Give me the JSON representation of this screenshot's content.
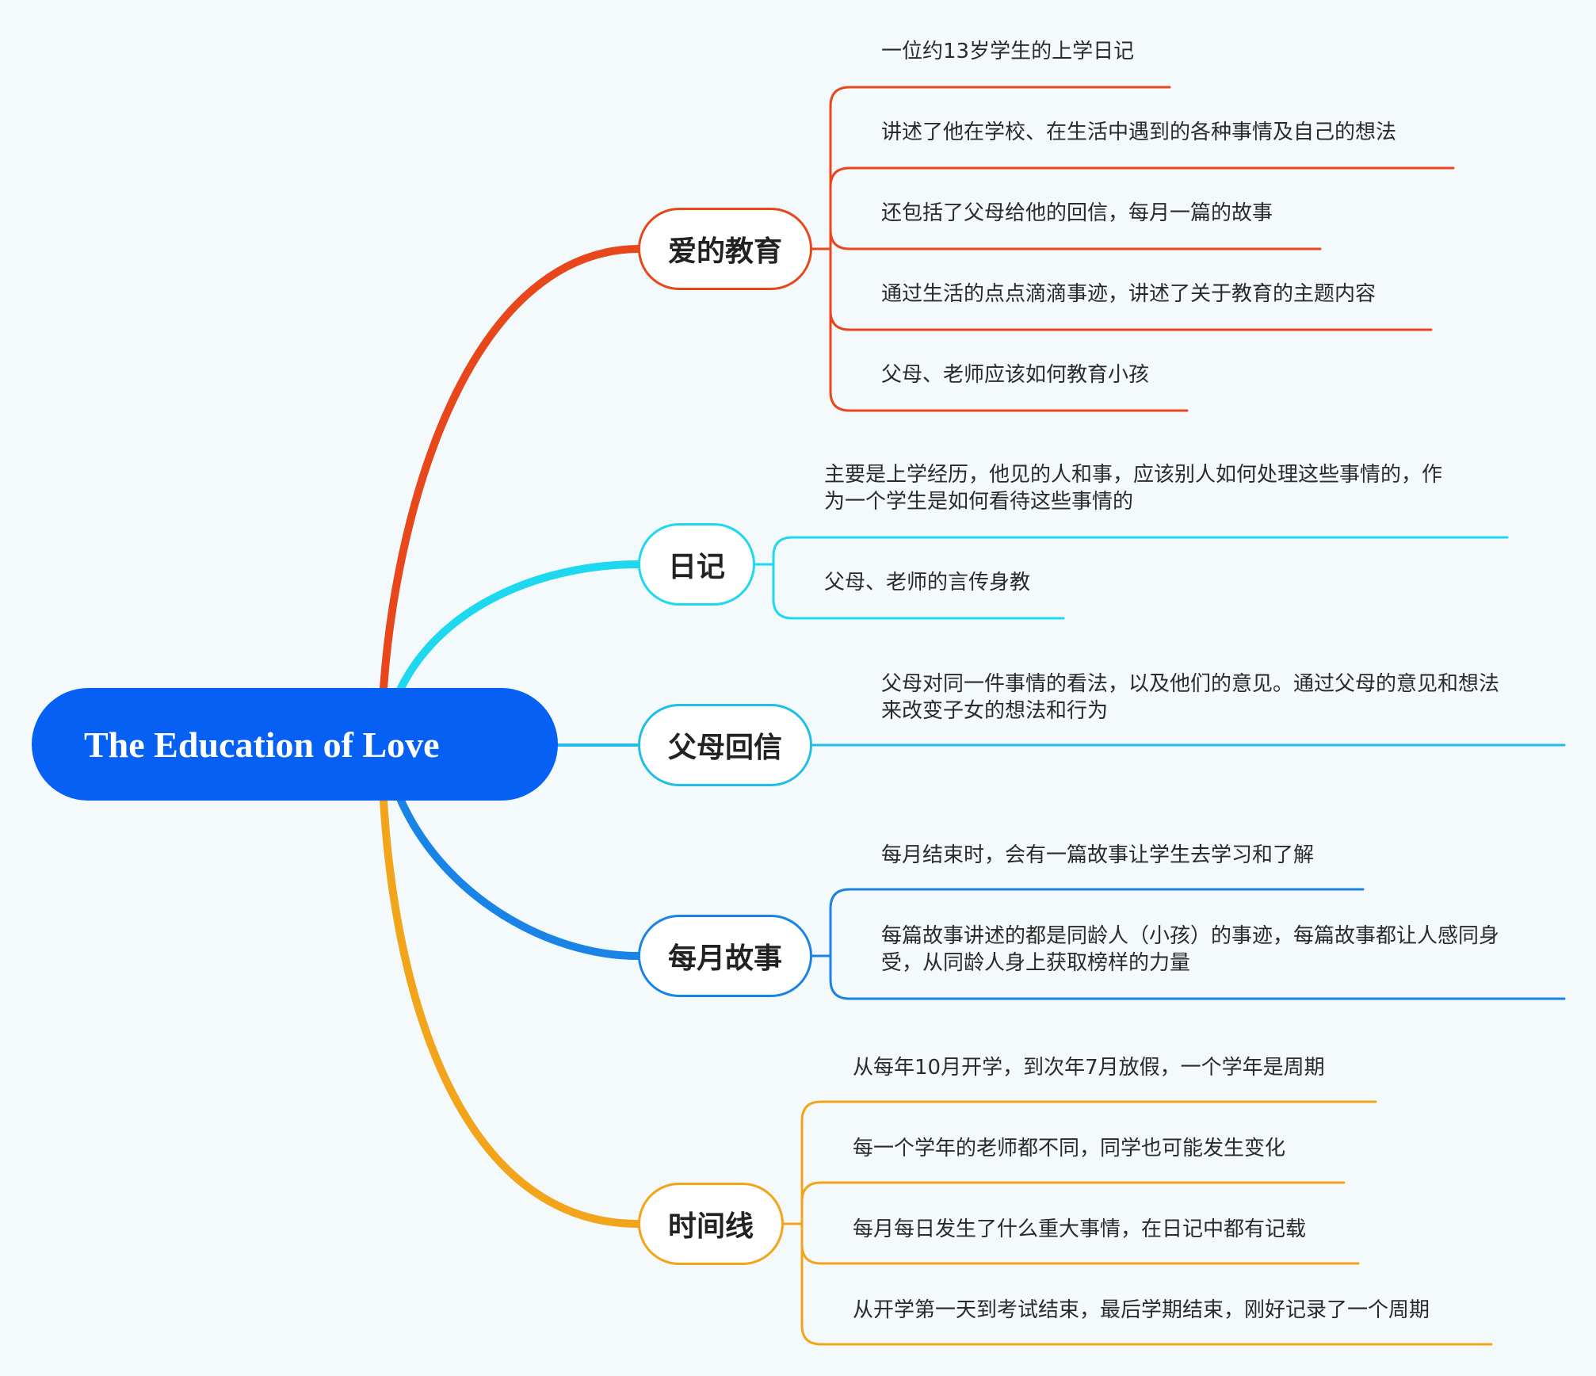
{
  "root": {
    "label": "The Education of Love",
    "color": "#0660f4"
  },
  "branches": [
    {
      "label": "爱的教育",
      "color": "#e8471b",
      "items": [
        "一位约13岁学生的上学日记",
        "讲述了他在学校、在生活中遇到的各种事情及自己的想法",
        "还包括了父母给他的回信，每月一篇的故事",
        "通过生活的点点滴滴事迹，讲述了关于教育的主题内容",
        "父母、老师应该如何教育小孩"
      ]
    },
    {
      "label": "日记",
      "color": "#1ed8ef",
      "items": [
        "主要是上学经历，他见的人和事，应该别人如何处理这些事情的，作\n为一个学生是如何看待这些事情的",
        "父母、老师的言传身教"
      ]
    },
    {
      "label": "父母回信",
      "color": "#22bde8",
      "items": [
        "父母对同一件事情的看法，以及他们的意见。通过父母的意见和想法\n来改变子女的想法和行为"
      ]
    },
    {
      "label": "每月故事",
      "color": "#1a84e6",
      "items": [
        "每月结束时，会有一篇故事让学生去学习和了解",
        "每篇故事讲述的都是同龄人（小孩）的事迹，每篇故事都让人感同身\n受，从同龄人身上获取榜样的力量"
      ]
    },
    {
      "label": "时间线",
      "color": "#f2a41a",
      "items": [
        "从每年10月开学，到次年7月放假，一个学年是周期",
        "每一个学年的老师都不同，同学也可能发生变化",
        "每月每日发生了什么重大事情，在日记中都有记载",
        "从开学第一天到考试结束，最后学期结束，刚好记录了一个周期"
      ]
    }
  ]
}
